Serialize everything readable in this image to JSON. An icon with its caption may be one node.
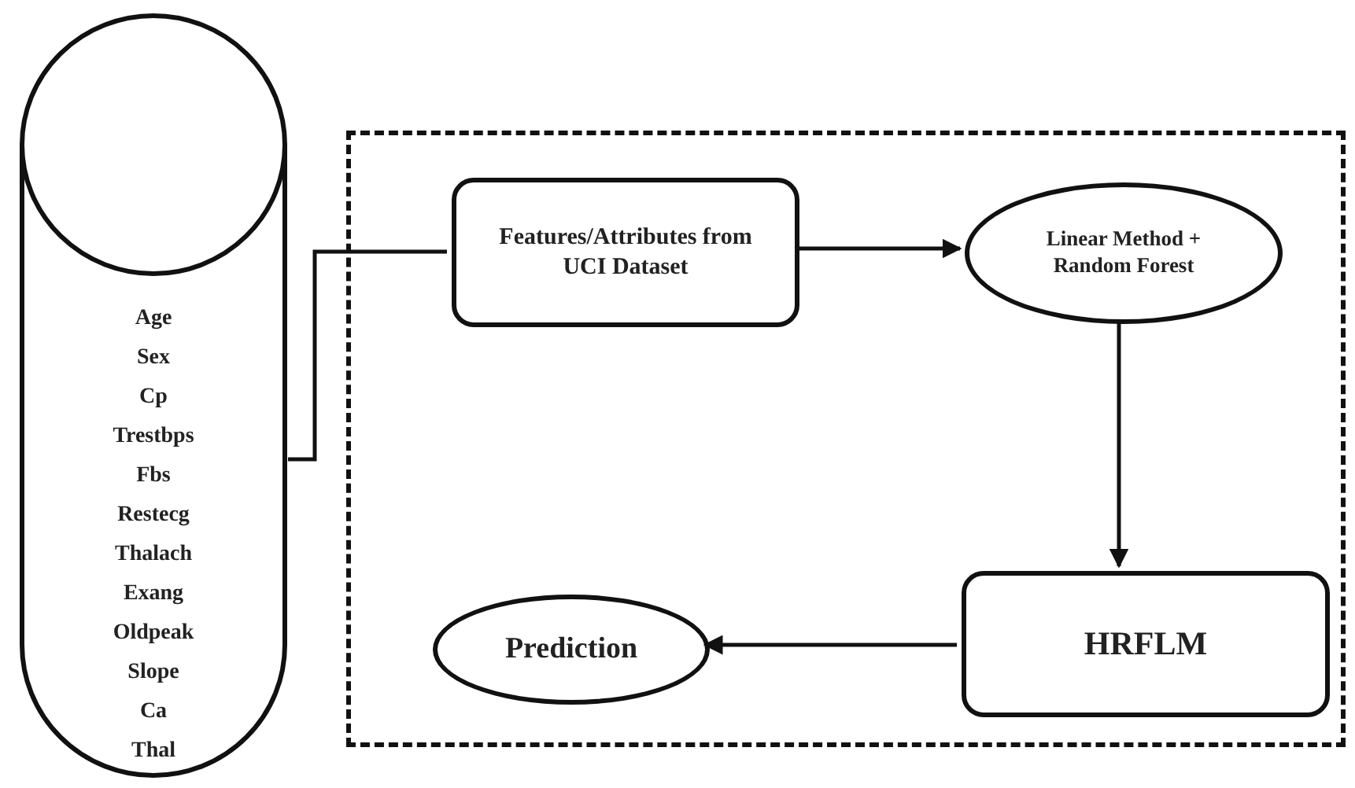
{
  "diagram": {
    "nodes": [
      {
        "text": [
          "Age",
          "Sex",
          "Cp",
          "Trestbps",
          "Fbs",
          "Restecg",
          "Thalach",
          "Exang",
          "Oldpeak",
          "Slope",
          "Ca",
          "Thal"
        ]
      },
      {
        "text": [],
        "shape": "box"
      },
      {
        "text": [
          "Features/Attributes from UCI Dataset"
        ],
        "in": 1
      },
      {
        "text": [
          "Linear Method + Random Forest"
        ],
        "in": 1
      },
      {
        "text": [
          "HRFLM"
        ],
        "in": 1
      },
      {
        "text": [
          "Prediction"
        ],
        "in": 1
      }
    ],
    "edges": [
      {
        "from": 0,
        "to": 2,
        "arrow": "none"
      },
      {
        "from": 2,
        "to": 3,
        "arrow": "to"
      },
      {
        "from": 3,
        "to": 4,
        "arrow": "to"
      },
      {
        "from": 4,
        "to": 5,
        "arrow": "to"
      }
    ]
  }
}
